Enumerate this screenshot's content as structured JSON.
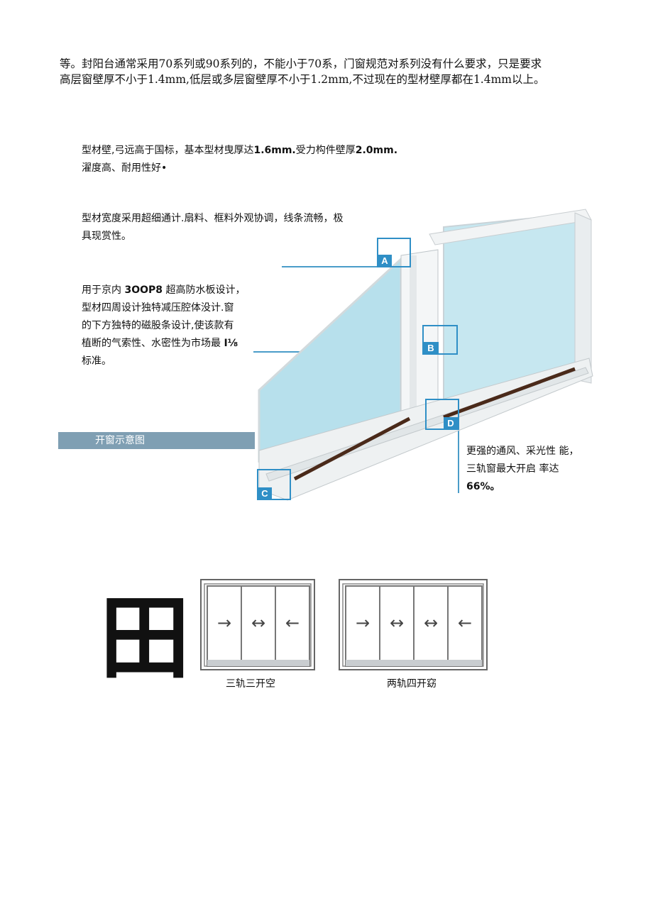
{
  "paragraph": {
    "line1": "等。封阳台通常采用70系列或90系列的，不能小于70系，门窗规范对系列没有什么要求，只是要求",
    "line2": "高层窗壁厚不小于1.4mm,低层或多层窗壁厚不小于1.2mm,不过现在的型材壁厚都在1.4mm以上。"
  },
  "notes": {
    "wall": {
      "line1_a": "型材壁,弓远高于国标，基本型材曳厚达",
      "line1_b": "1.6mm.",
      "line1_c": "受力构件壁厚",
      "line1_d": "2.0mm.",
      "line2": "濯度高、耐用性好•"
    },
    "width": {
      "line1": "型材宽度采用超细通计.扇料、框料外观协调，线条流畅，极",
      "line2": "具现赏性。"
    },
    "seal": {
      "line1_a": "用于京内",
      "line1_b": "3OOP8",
      "line1_c": "超高防水板设计，",
      "line2": "型材四周设计独特减压腔体没计.窗",
      "line3": "的下方独特的磁股条设计,使该款有",
      "line4_a": "植断的气索性、水密性为市场最",
      "line4_b": "I⅛",
      "line5": "标准。"
    },
    "vent": {
      "line1": "更强的通风、采光性 能，",
      "line2": "三轨窗最大开启 率达",
      "line3": "66%。"
    }
  },
  "banner": "开窗示意图",
  "callouts": [
    "A",
    "B",
    "C",
    "D"
  ],
  "big_glyph": "田",
  "schematics": {
    "three_track": {
      "caption": "三轨三开空",
      "arrows": [
        "→",
        "↔",
        "←"
      ]
    },
    "two_track": {
      "caption": "两轨四开窈",
      "arrows": [
        "→",
        "↔",
        "↔",
        "←"
      ]
    }
  },
  "colors": {
    "callout": "#2f8fc6",
    "banner": "#7f9fb3",
    "glass": "#bfe3ee",
    "seal": "#4a2a1a"
  }
}
